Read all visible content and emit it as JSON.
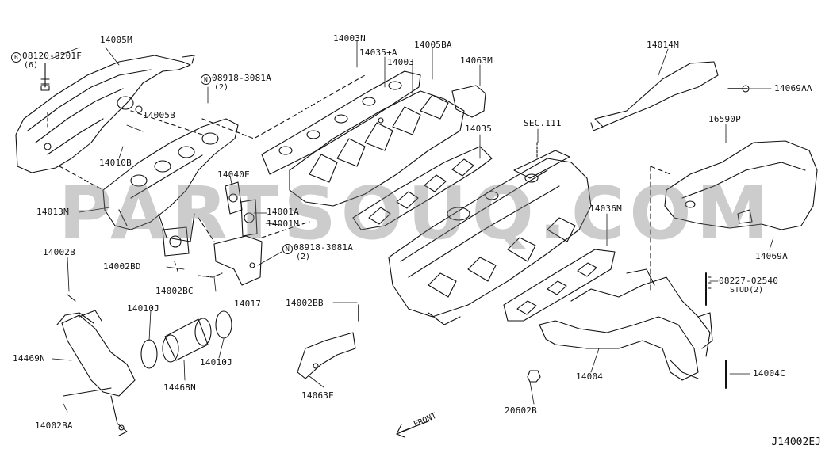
{
  "diagram_code": "J14002EJ",
  "watermark": "PARTSOUQ.COM",
  "front_label": "FRONT",
  "labels": [
    {
      "id": "14005M",
      "text": "14005M"
    },
    {
      "id": "bolt",
      "prefix": "B",
      "text": "08120-8201F",
      "qty": "(6)"
    },
    {
      "id": "nut1",
      "prefix": "N",
      "text": "08918-3081A",
      "qty": "(2)"
    },
    {
      "id": "14005B",
      "text": "14005B"
    },
    {
      "id": "14010B",
      "text": "14010B"
    },
    {
      "id": "14013M",
      "text": "14013M"
    },
    {
      "id": "14040E",
      "text": "14040E"
    },
    {
      "id": "14001A",
      "text": "14001A"
    },
    {
      "id": "14001M",
      "text": "14001M"
    },
    {
      "id": "14002B",
      "text": "14002B"
    },
    {
      "id": "14002BD",
      "text": "14002BD"
    },
    {
      "id": "14002BC",
      "text": "14002BC"
    },
    {
      "id": "14017",
      "text": "14017"
    },
    {
      "id": "14010J_a",
      "text": "14010J"
    },
    {
      "id": "14010J_b",
      "text": "14010J"
    },
    {
      "id": "14469N",
      "text": "14469N"
    },
    {
      "id": "14468N",
      "text": "14468N"
    },
    {
      "id": "14002BA",
      "text": "14002BA"
    },
    {
      "id": "14003N",
      "text": "14003N"
    },
    {
      "id": "14035A",
      "text": "14035+A"
    },
    {
      "id": "14003",
      "text": "14003"
    },
    {
      "id": "14005BA",
      "text": "14005BA"
    },
    {
      "id": "14063M",
      "text": "14063M"
    },
    {
      "id": "14035",
      "text": "14035"
    },
    {
      "id": "SEC111",
      "text": "SEC.111"
    },
    {
      "id": "nut2",
      "prefix": "N",
      "text": "08918-3081A",
      "qty": "(2)"
    },
    {
      "id": "14002BB",
      "text": "14002BB"
    },
    {
      "id": "14063E",
      "text": "14063E"
    },
    {
      "id": "14014M",
      "text": "14014M"
    },
    {
      "id": "14069AA",
      "text": "14069AA"
    },
    {
      "id": "16590P",
      "text": "16590P"
    },
    {
      "id": "14036M",
      "text": "14036M"
    },
    {
      "id": "14069A",
      "text": "14069A"
    },
    {
      "id": "stud",
      "text": "08227-02540",
      "qty": "STUD(2)"
    },
    {
      "id": "14004",
      "text": "14004"
    },
    {
      "id": "14004C",
      "text": "14004C"
    },
    {
      "id": "20602B",
      "text": "20602B"
    }
  ]
}
